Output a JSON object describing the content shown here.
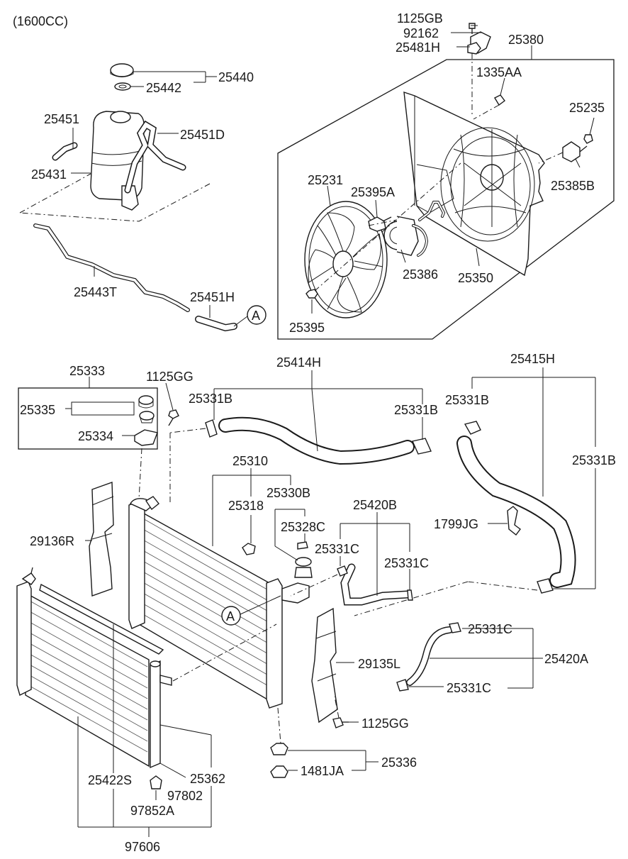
{
  "header": {
    "engine": "(1600CC)"
  },
  "callouts": {
    "c1125GB": "1125GB",
    "c92162": "92162",
    "c25481H": "25481H",
    "c25380": "25380",
    "c1335AA": "1335AA",
    "c25235": "25235",
    "c25385B": "25385B",
    "c25231": "25231",
    "c25395A": "25395A",
    "c25386": "25386",
    "c25350": "25350",
    "c25395": "25395",
    "c25440": "25440",
    "c25442": "25442",
    "c25451": "25451",
    "c25451D": "25451D",
    "c25431": "25431",
    "c25443T": "25443T",
    "c25451H": "25451H",
    "c25333": "25333",
    "c1125GG_top": "1125GG",
    "c25335": "25335",
    "c25334": "25334",
    "c25414H": "25414H",
    "c25331B_1": "25331B",
    "c25331B_2": "25331B",
    "c25415H": "25415H",
    "c25331B_3": "25331B",
    "c25331B_4": "25331B",
    "c25310": "25310",
    "c25330B": "25330B",
    "c25318": "25318",
    "c25328C": "25328C",
    "c25420B": "25420B",
    "c25331C_1": "25331C",
    "c25331C_2": "25331C",
    "c1799JG": "1799JG",
    "c29136R": "29136R",
    "c29135L": "29135L",
    "c25331C_3": "25331C",
    "c25420A": "25420A",
    "c25331C_4": "25331C",
    "c1125GG_bot": "1125GG",
    "c25336": "25336",
    "c1481JA": "1481JA",
    "c25422S": "25422S",
    "c25362": "25362",
    "c97802": "97802",
    "c97852A": "97852A",
    "c97606": "97606"
  },
  "connector_refs": {
    "ref_a_top": "A",
    "ref_a_mid": "A"
  }
}
